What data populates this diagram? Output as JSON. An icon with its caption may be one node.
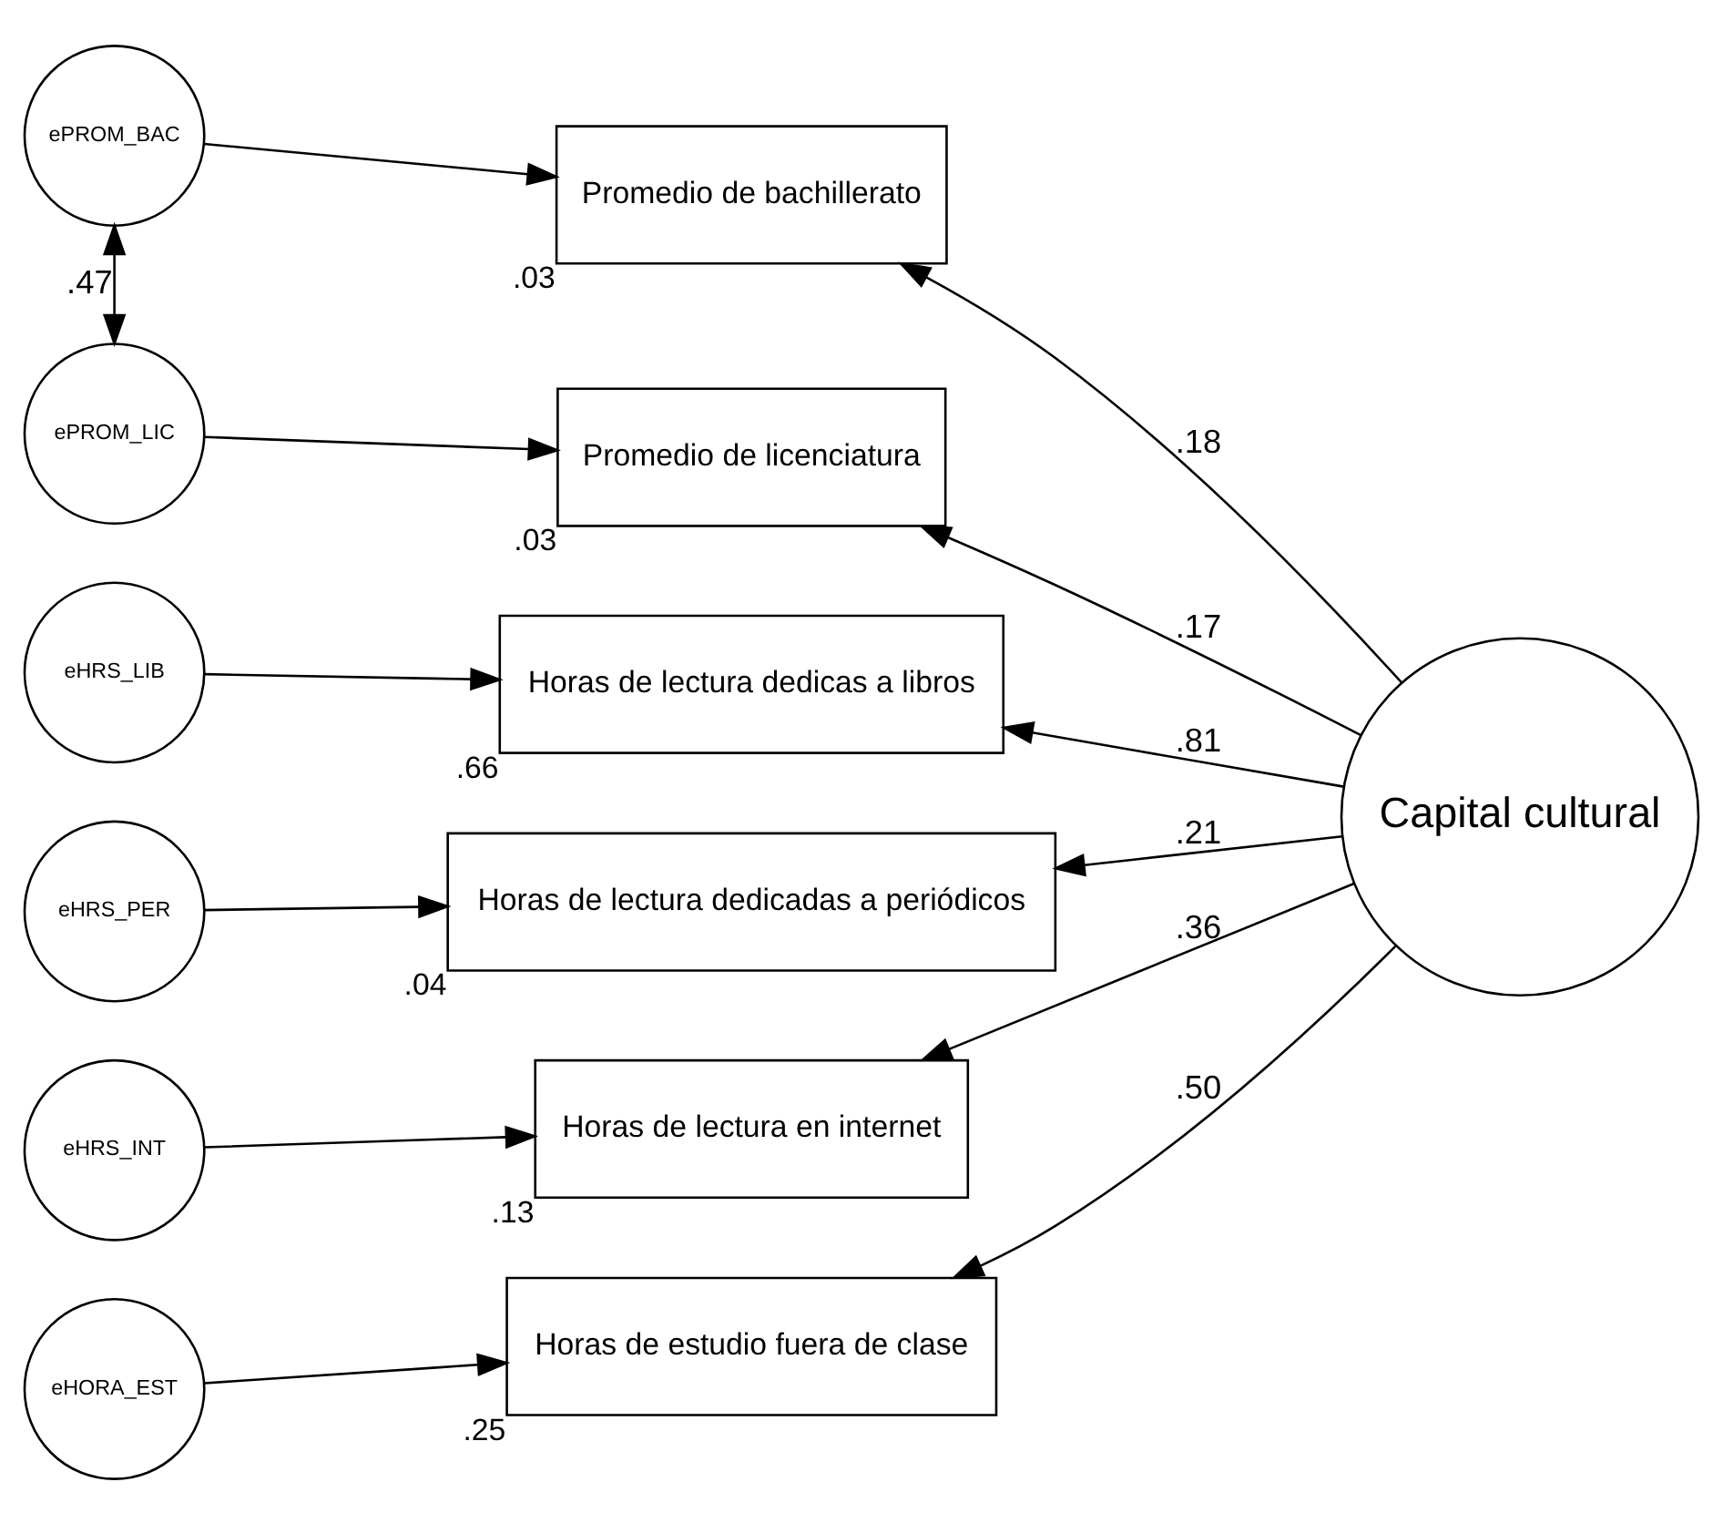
{
  "diagram": {
    "nodes": [
      {
        "text": [
          "ePROM_BAC"
        ]
      },
      {
        "text": [
          "ePROM_LIC"
        ]
      },
      {
        "text": [
          "eHRS_LIB"
        ]
      },
      {
        "text": [
          "eHRS_PER"
        ]
      },
      {
        "text": [
          "eHRS_INT"
        ]
      },
      {
        "text": [
          "eHORA_EST"
        ]
      },
      {
        "text": [
          "Promedio de bachillerato"
        ],
        "beside": [
          ".03"
        ]
      },
      {
        "text": [
          "Promedio de licenciatura"
        ],
        "beside": [
          ".03"
        ]
      },
      {
        "text": [
          "Horas de lectura dedicas a libros"
        ],
        "beside": [
          ".66"
        ]
      },
      {
        "text": [
          "Horas de lectura dedicadas a periódicos"
        ],
        "beside": [
          ".04"
        ]
      },
      {
        "text": [
          "Horas de lectura en internet"
        ],
        "beside": [
          ".13"
        ]
      },
      {
        "text": [
          "Horas de estudio fuera de clase"
        ],
        "beside": [
          ".25"
        ]
      },
      {
        "text": [
          "Capital cultural"
        ]
      }
    ],
    "edges": [
      {
        "from": 0,
        "to": 6,
        "arrow": "to"
      },
      {
        "from": 1,
        "to": 7,
        "arrow": "to"
      },
      {
        "from": 2,
        "to": 8,
        "arrow": "to"
      },
      {
        "from": 3,
        "to": 9,
        "arrow": "to"
      },
      {
        "from": 4,
        "to": 10,
        "arrow": "to"
      },
      {
        "from": 5,
        "to": 11,
        "arrow": "to"
      },
      {
        "from": 0,
        "to": 1,
        "arrow": "both",
        "label": ".47"
      },
      {
        "from": 12,
        "to": 6,
        "arrow": "to",
        "label": ".18"
      },
      {
        "from": 12,
        "to": 7,
        "arrow": "to",
        "label": ".17"
      },
      {
        "from": 12,
        "to": 8,
        "arrow": "to",
        "label": ".81"
      },
      {
        "from": 12,
        "to": 9,
        "arrow": "to",
        "label": ".21"
      },
      {
        "from": 12,
        "to": 10,
        "arrow": "to",
        "label": ".36"
      },
      {
        "from": 12,
        "to": 11,
        "arrow": "to",
        "label": ".50"
      }
    ]
  }
}
